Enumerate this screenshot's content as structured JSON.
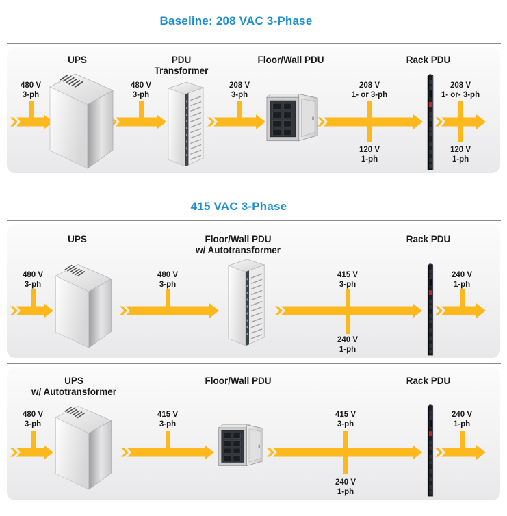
{
  "colors": {
    "title_blue": "#1E8FD2",
    "arrow_yellow": "#FCB81D",
    "text": "#1A1A1A"
  },
  "sections": [
    {
      "title": "Baseline: 208 VAC 3-Phase",
      "equipment": [
        {
          "name": "ups",
          "label1": "UPS"
        },
        {
          "name": "pdu-transformer",
          "label1": "PDU",
          "label2": "Transformer"
        },
        {
          "name": "floor-wall-pdu",
          "label1": "Floor/Wall PDU"
        },
        {
          "name": "rack-pdu",
          "label1": "Rack PDU"
        }
      ],
      "voltages": [
        {
          "v": "480 V",
          "ph": "3-ph"
        },
        {
          "v": "480 V",
          "ph": "3-ph"
        },
        {
          "v": "208 V",
          "ph": "3-ph"
        },
        {
          "v": "208 V",
          "ph": "1- or 3-ph"
        },
        {
          "v": "120 V",
          "ph": "1-ph"
        },
        {
          "v": "208 V",
          "ph": "1- or- 3-ph"
        },
        {
          "v": "120 V",
          "ph": "1-ph"
        }
      ]
    },
    {
      "title": "415 VAC 3-Phase",
      "equipment": [
        {
          "name": "ups",
          "label1": "UPS"
        },
        {
          "name": "floor-wall-pdu-autotransformer",
          "label1": "Floor/Wall PDU",
          "label2": "w/ Autotransformer"
        },
        {
          "name": "rack-pdu",
          "label1": "Rack PDU"
        }
      ],
      "voltages": [
        {
          "v": "480 V",
          "ph": "3-ph"
        },
        {
          "v": "480 V",
          "ph": "3-ph"
        },
        {
          "v": "415 V",
          "ph": "3-ph"
        },
        {
          "v": "240 V",
          "ph": "1-ph"
        },
        {
          "v": "240 V",
          "ph": "1-ph"
        }
      ]
    },
    {
      "equipment": [
        {
          "name": "ups-autotransformer",
          "label1": "UPS",
          "label2": "w/ Autotransformer"
        },
        {
          "name": "floor-wall-pdu",
          "label1": "Floor/Wall PDU"
        },
        {
          "name": "rack-pdu",
          "label1": "Rack PDU"
        }
      ],
      "voltages": [
        {
          "v": "480 V",
          "ph": "3-ph"
        },
        {
          "v": "415 V",
          "ph": "3-ph"
        },
        {
          "v": "415 V",
          "ph": "3-ph"
        },
        {
          "v": "240 V",
          "ph": "1-ph"
        },
        {
          "v": "240 V",
          "ph": "1-ph"
        }
      ]
    }
  ]
}
